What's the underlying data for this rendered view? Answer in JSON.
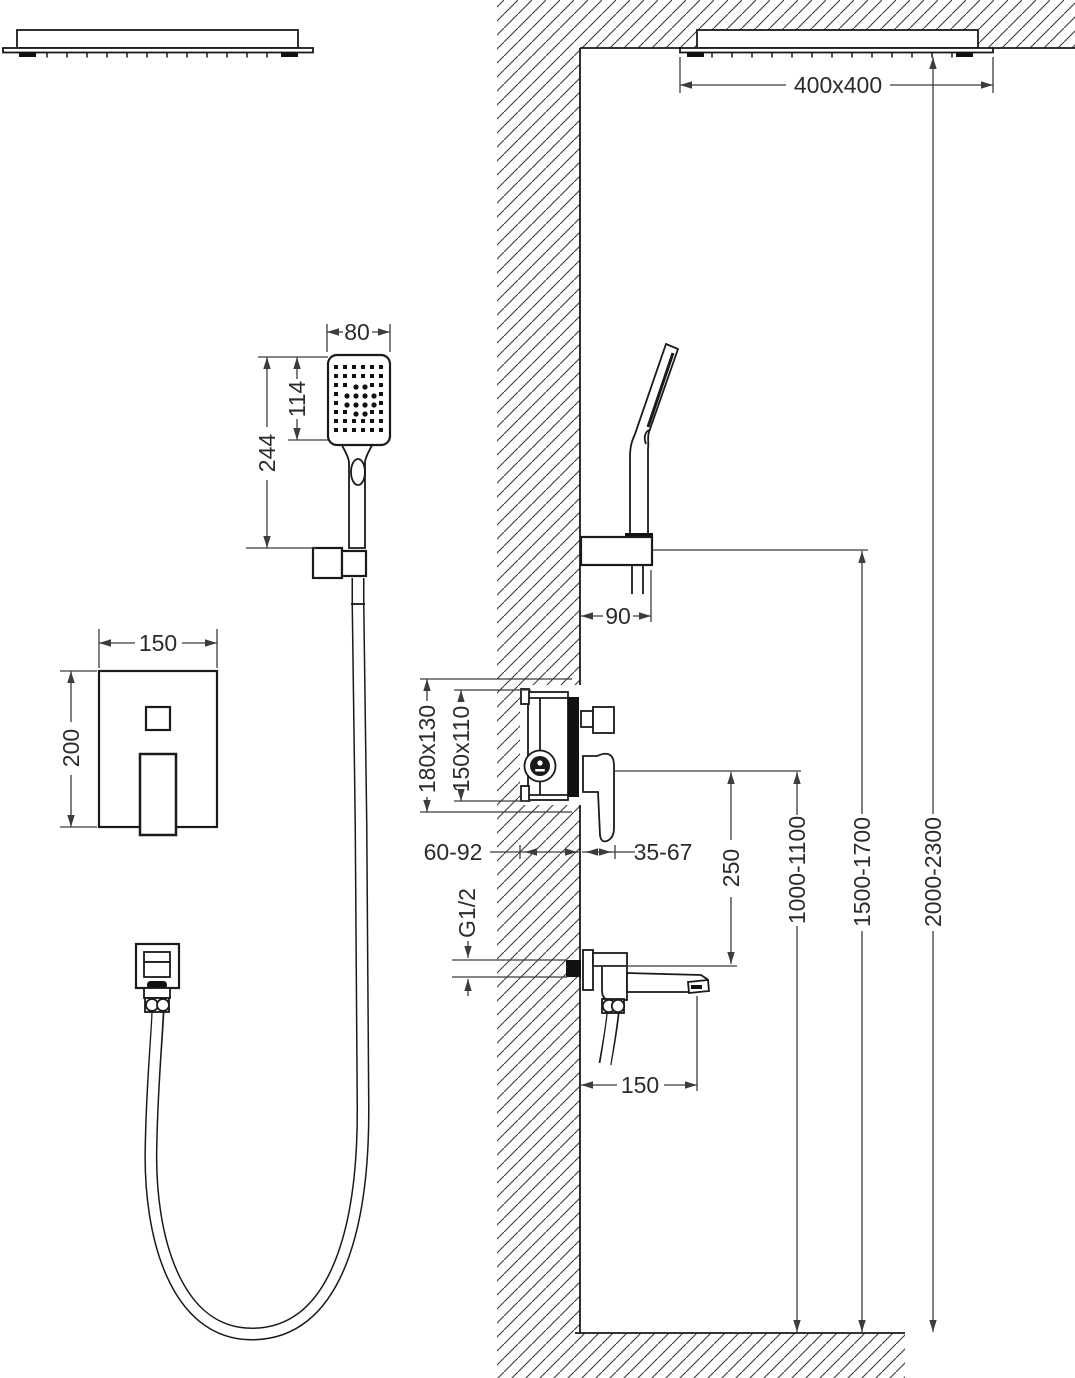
{
  "drawing": {
    "type": "technical-installation-diagram",
    "subject": "Concealed shower system installation drawing (rain head, hand shower, mixer valve, bath spout)",
    "colors": {
      "background": "#ffffff",
      "object_line": "#1a1a1a",
      "dimension_line": "#3c3c3c",
      "hatch": "#3a3a3a"
    },
    "dimensions": {
      "overhead_head_size": "400x400",
      "hand_shower_width": "80",
      "hand_shower_head_height": "114",
      "hand_shower_length": "244",
      "trim_plate_width": "150",
      "trim_plate_height": "200",
      "holder_depth": "90",
      "rough_in_cutout": "180x130",
      "valve_body_size": "150x110",
      "embed_depth_range": "60-92",
      "protrusion_range": "35-67",
      "connection_thread": "G1/2",
      "spout_offset": "250",
      "spout_reach": "150",
      "mixer_mount_height": "1000-1100",
      "holder_mount_height": "1500-1700",
      "head_mount_height": "2000-2300"
    }
  }
}
